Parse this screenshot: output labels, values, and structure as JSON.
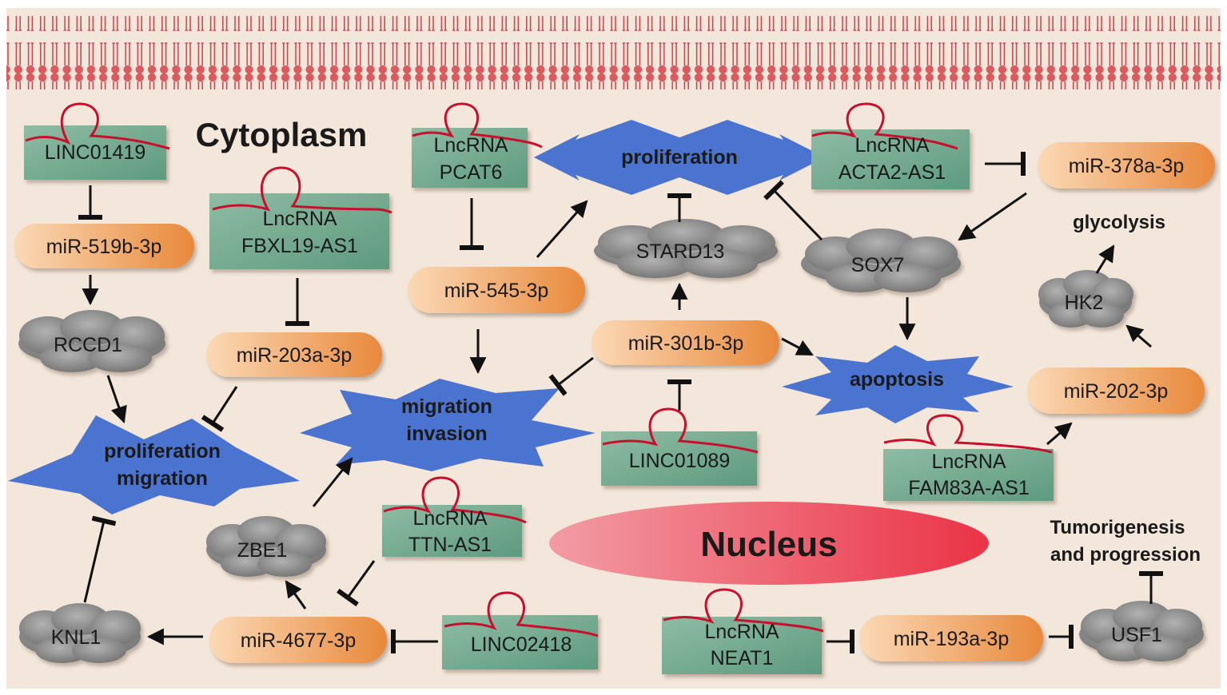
{
  "membrane": {
    "color": "#d9585e"
  },
  "compartments": {
    "cytoplasm": "Cytoplasm",
    "nucleus": "Nucleus"
  },
  "lncrnas": {
    "linc01419": "LINC01419",
    "fbxl19_l1": "LncRNA",
    "fbxl19_l2": "FBXL19-AS1",
    "pcat6_l1": "LncRNA",
    "pcat6_l2": "PCAT6",
    "acta2_l1": "LncRNA",
    "acta2_l2": "ACTA2-AS1",
    "linc01089": "LINC01089",
    "fam83a_l1": "LncRNA",
    "fam83a_l2": "FAM83A-AS1",
    "ttn_l1": "LncRNA",
    "ttn_l2": "TTN-AS1",
    "linc02418": "LINC02418",
    "neat1_l1": "LncRNA",
    "neat1_l2": "NEAT1"
  },
  "mirnas": {
    "mir519b": "miR-519b-3p",
    "mir203a": "miR-203a-3p",
    "mir545": "miR-545-3p",
    "mir301b": "miR-301b-3p",
    "mir378a": "miR-378a-3p",
    "mir202": "miR-202-3p",
    "mir4677": "miR-4677-3p",
    "mir193a": "miR-193a-3p"
  },
  "proteins": {
    "rccd1": "RCCD1",
    "stard13": "STARD13",
    "sox7": "SOX7",
    "hk2": "HK2",
    "zbe1": "ZBE1",
    "knl1": "KNL1",
    "usf1": "USF1"
  },
  "processes": {
    "prolif_top": "proliferation",
    "prolif_mig_l1": "proliferation",
    "prolif_mig_l2": "migration",
    "mig_inv_l1": "migration",
    "mig_inv_l2": "invasion",
    "apoptosis": "apoptosis"
  },
  "outcomes": {
    "glycolysis": "glycolysis",
    "tumor_l1": "Tumorigenesis",
    "tumor_l2": "and progression"
  },
  "colors": {
    "background": "#f3e6da",
    "lncrna_box": "#6fa88e",
    "mirna_pill": "#f0a35e",
    "protein_cloud": "#8a8a8a",
    "process_star": "#4a74cf",
    "rna_strand": "#c8102e",
    "nucleus": "#ea4653"
  }
}
